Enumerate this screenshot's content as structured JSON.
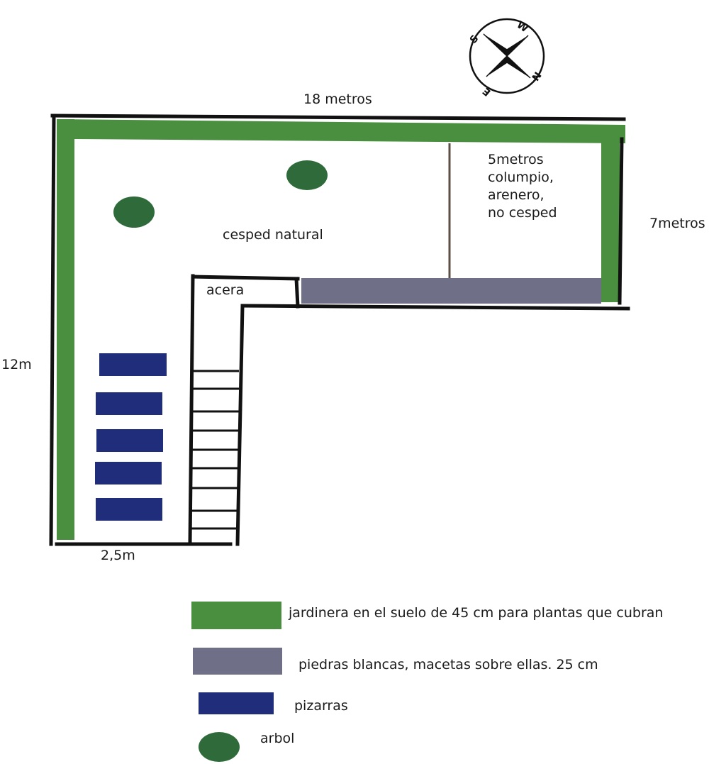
{
  "colors": {
    "planter_green": "#4a8f3f",
    "stones_gray": "#6f7088",
    "slate_blue": "#1f2d7a",
    "tree_green": "#2f6b3a",
    "wall_black": "#111111",
    "divider_brown": "#5b5048"
  },
  "compass": {
    "icon": "compass-rose-icon",
    "letters": [
      "S",
      "W",
      "N",
      "E"
    ]
  },
  "dimensions": {
    "top": "18 metros",
    "left": "12m",
    "right": "7metros",
    "bottom": "2,5m"
  },
  "areas": {
    "lawn": "cesped natural",
    "play_area_lines": [
      "5metros",
      "columpio,",
      "arenero,",
      "no cesped"
    ],
    "walkway": "acera"
  },
  "legend": [
    {
      "swatch": "planter",
      "text": "jardinera en el suelo de 45 cm para plantas que cubran"
    },
    {
      "swatch": "stones",
      "text": "piedras blancas, macetas sobre ellas. 25 cm"
    },
    {
      "swatch": "slate",
      "text": "pizarras"
    },
    {
      "swatch": "tree",
      "text": "arbol"
    }
  ]
}
